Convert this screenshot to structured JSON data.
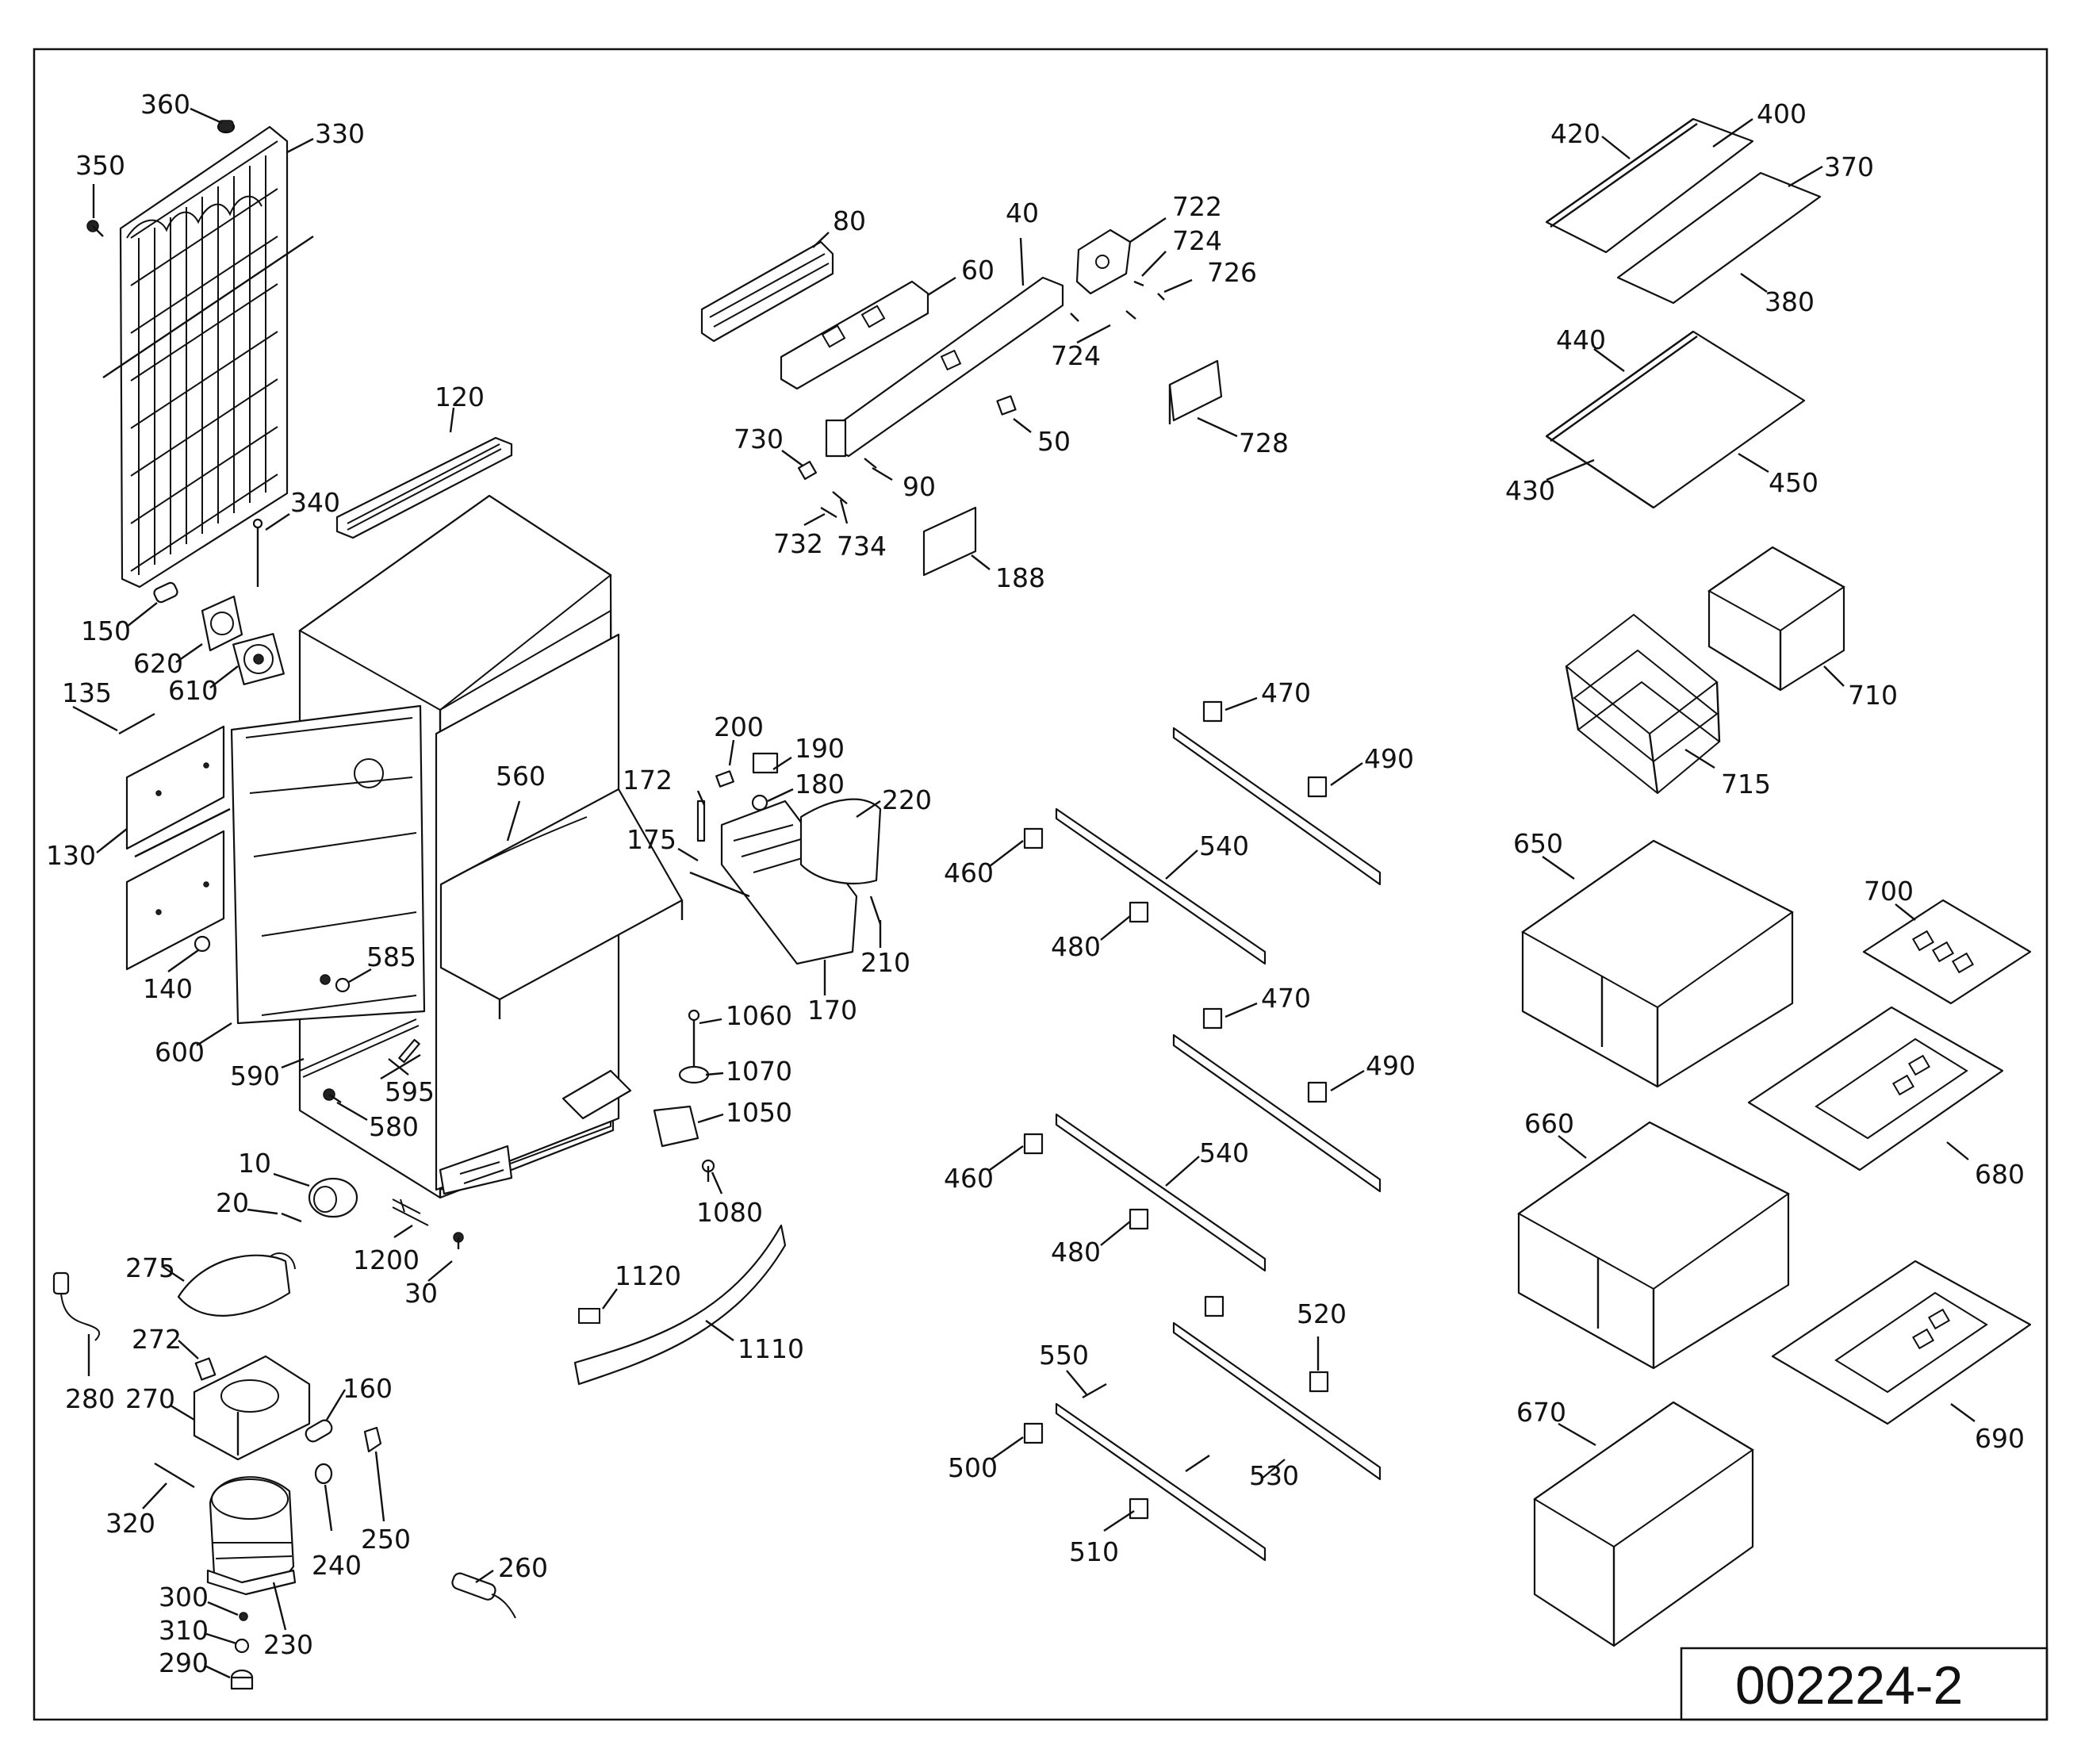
{
  "drawing_code": "002224-2",
  "labels": [
    "360",
    "330",
    "350",
    "120",
    "340",
    "150",
    "620",
    "610",
    "135",
    "130",
    "140",
    "600",
    "590",
    "585",
    "595",
    "580",
    "10",
    "20",
    "1200",
    "30",
    "275",
    "272",
    "280",
    "270",
    "160",
    "320",
    "240",
    "250",
    "300",
    "310",
    "290",
    "230",
    "260",
    "80",
    "60",
    "40",
    "722",
    "724",
    "726",
    "730",
    "50",
    "90",
    "732",
    "734",
    "188",
    "724",
    "728",
    "200",
    "190",
    "172",
    "180",
    "220",
    "175",
    "210",
    "170",
    "560",
    "1060",
    "1070",
    "1050",
    "1080",
    "1120",
    "1110",
    "470",
    "490",
    "460",
    "540",
    "480",
    "470",
    "490",
    "460",
    "540",
    "480",
    "520",
    "550",
    "500",
    "530",
    "510",
    "420",
    "400",
    "370",
    "380",
    "440",
    "430",
    "450",
    "710",
    "715",
    "650",
    "700",
    "680",
    "660",
    "690",
    "670"
  ]
}
